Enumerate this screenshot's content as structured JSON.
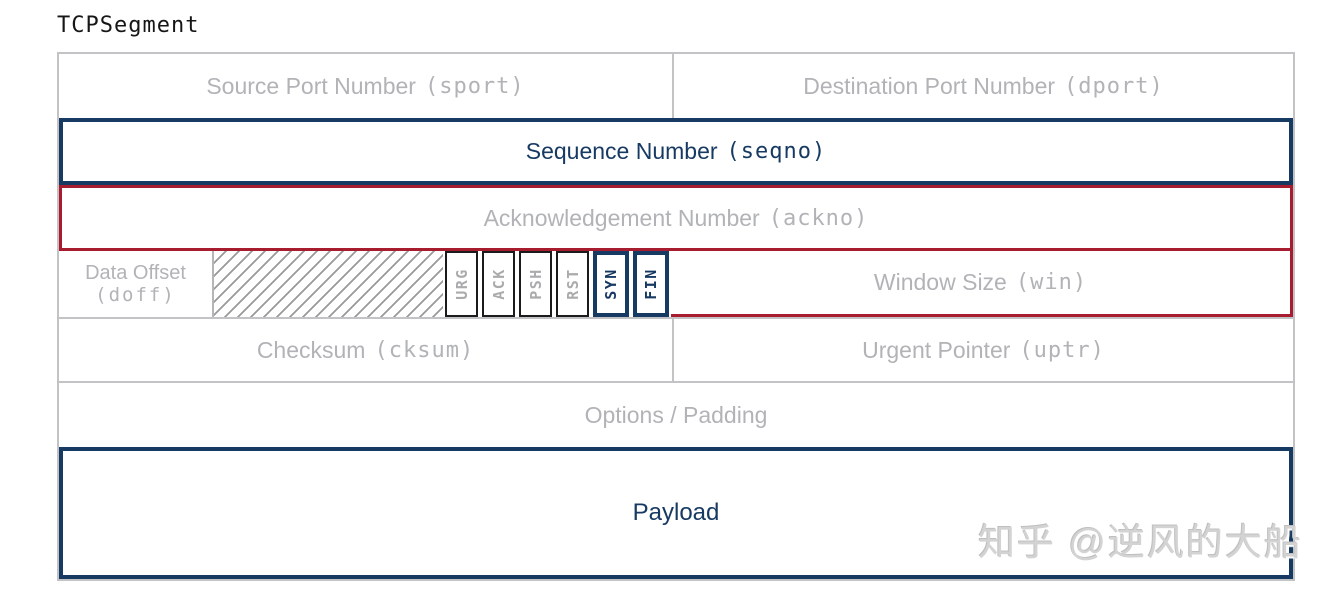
{
  "title": "TCPSegment",
  "fields": {
    "sport": {
      "label": "Source Port Number",
      "code": "(sport)"
    },
    "dport": {
      "label": "Destination Port Number",
      "code": "(dport)"
    },
    "seqno": {
      "label": "Sequence Number",
      "code": "(seqno)"
    },
    "ackno": {
      "label": "Acknowledgement Number",
      "code": "(ackno)"
    },
    "doff": {
      "label": "Data Offset",
      "code": "(doff)"
    },
    "win": {
      "label": "Window Size",
      "code": "(win)"
    },
    "cksum": {
      "label": "Checksum",
      "code": "(cksum)"
    },
    "uptr": {
      "label": "Urgent Pointer",
      "code": "(uptr)"
    },
    "options": {
      "label": "Options / Padding"
    },
    "payload": {
      "label": "Payload"
    }
  },
  "flags": [
    {
      "label": "URG",
      "highlighted": false
    },
    {
      "label": "ACK",
      "highlighted": false
    },
    {
      "label": "PSH",
      "highlighted": false
    },
    {
      "label": "RST",
      "highlighted": false
    },
    {
      "label": "SYN",
      "highlighted": true
    },
    {
      "label": "FIN",
      "highlighted": true
    }
  ],
  "highlights": {
    "blue_fields": [
      "seqno",
      "payload",
      "SYN",
      "FIN"
    ],
    "red_fields": [
      "ackno",
      "win"
    ]
  },
  "watermark": "知乎 @逆风的大船",
  "colors": {
    "navy": "#173a63",
    "red": "#a81c30",
    "gray_text": "#b1b3b6",
    "border_gray": "#c3c3c5",
    "flag_border": "#1b1b1b",
    "hatch_line": "#9a9a9a"
  }
}
